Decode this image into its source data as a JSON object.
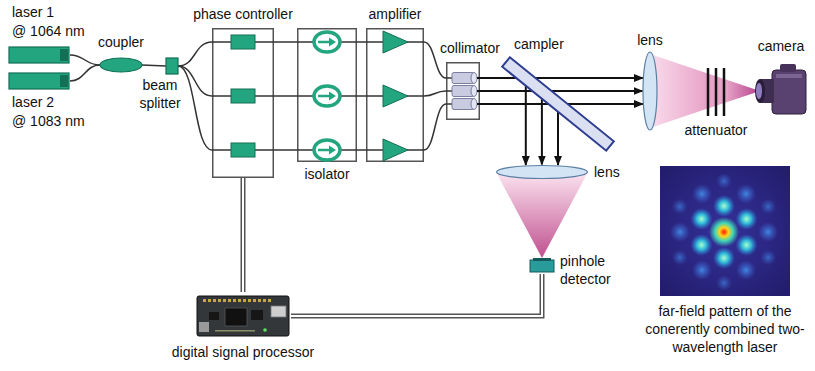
{
  "diagram": {
    "nodes": [
      {
        "text": [
          "laser 1",
          "@ 1064 nm"
        ]
      },
      {
        "text": [
          "laser 2",
          "@ 1083 nm"
        ]
      },
      {
        "text": [
          "coupler"
        ]
      },
      {
        "text": [
          "beam splitter"
        ]
      },
      {
        "text": [
          "phase controller"
        ]
      },
      {
        "text": [
          "isolator"
        ]
      },
      {
        "text": [
          "amplifier"
        ]
      },
      {
        "text": [
          "collimator"
        ]
      },
      {
        "text": [
          "campler"
        ]
      },
      {
        "text": [
          "lens"
        ]
      },
      {
        "text": [
          "attenuator"
        ]
      },
      {
        "text": [
          "camera"
        ]
      },
      {
        "text": [
          "lens"
        ]
      },
      {
        "text": [
          "pinhole detector"
        ]
      },
      {
        "text": [
          "digital signal processor"
        ]
      },
      {
        "text": [
          "far-field pattern of the conerently combined two-wavelength laser"
        ]
      }
    ],
    "edges": [
      {
        "from": 0,
        "to": 2,
        "arrow": "none"
      },
      {
        "from": 1,
        "to": 2,
        "arrow": "none"
      },
      {
        "from": 2,
        "to": 3,
        "arrow": "none"
      },
      {
        "from": 3,
        "to": 4,
        "arrow": "none"
      },
      {
        "from": 4,
        "to": 5,
        "arrow": "none"
      },
      {
        "from": 5,
        "to": 6,
        "arrow": "none"
      },
      {
        "from": 6,
        "to": 7,
        "arrow": "none"
      },
      {
        "from": 7,
        "to": 8,
        "arrow": "none"
      },
      {
        "from": 8,
        "to": 9,
        "arrow": "to"
      },
      {
        "from": 8,
        "to": 12,
        "arrow": "to"
      },
      {
        "from": 9,
        "to": 10,
        "arrow": "none"
      },
      {
        "from": 10,
        "to": 11,
        "arrow": "none"
      },
      {
        "from": 12,
        "to": 13,
        "arrow": "none"
      },
      {
        "from": 13,
        "to": 14,
        "arrow": "none"
      },
      {
        "from": 14,
        "to": 4,
        "arrow": "none"
      }
    ]
  }
}
